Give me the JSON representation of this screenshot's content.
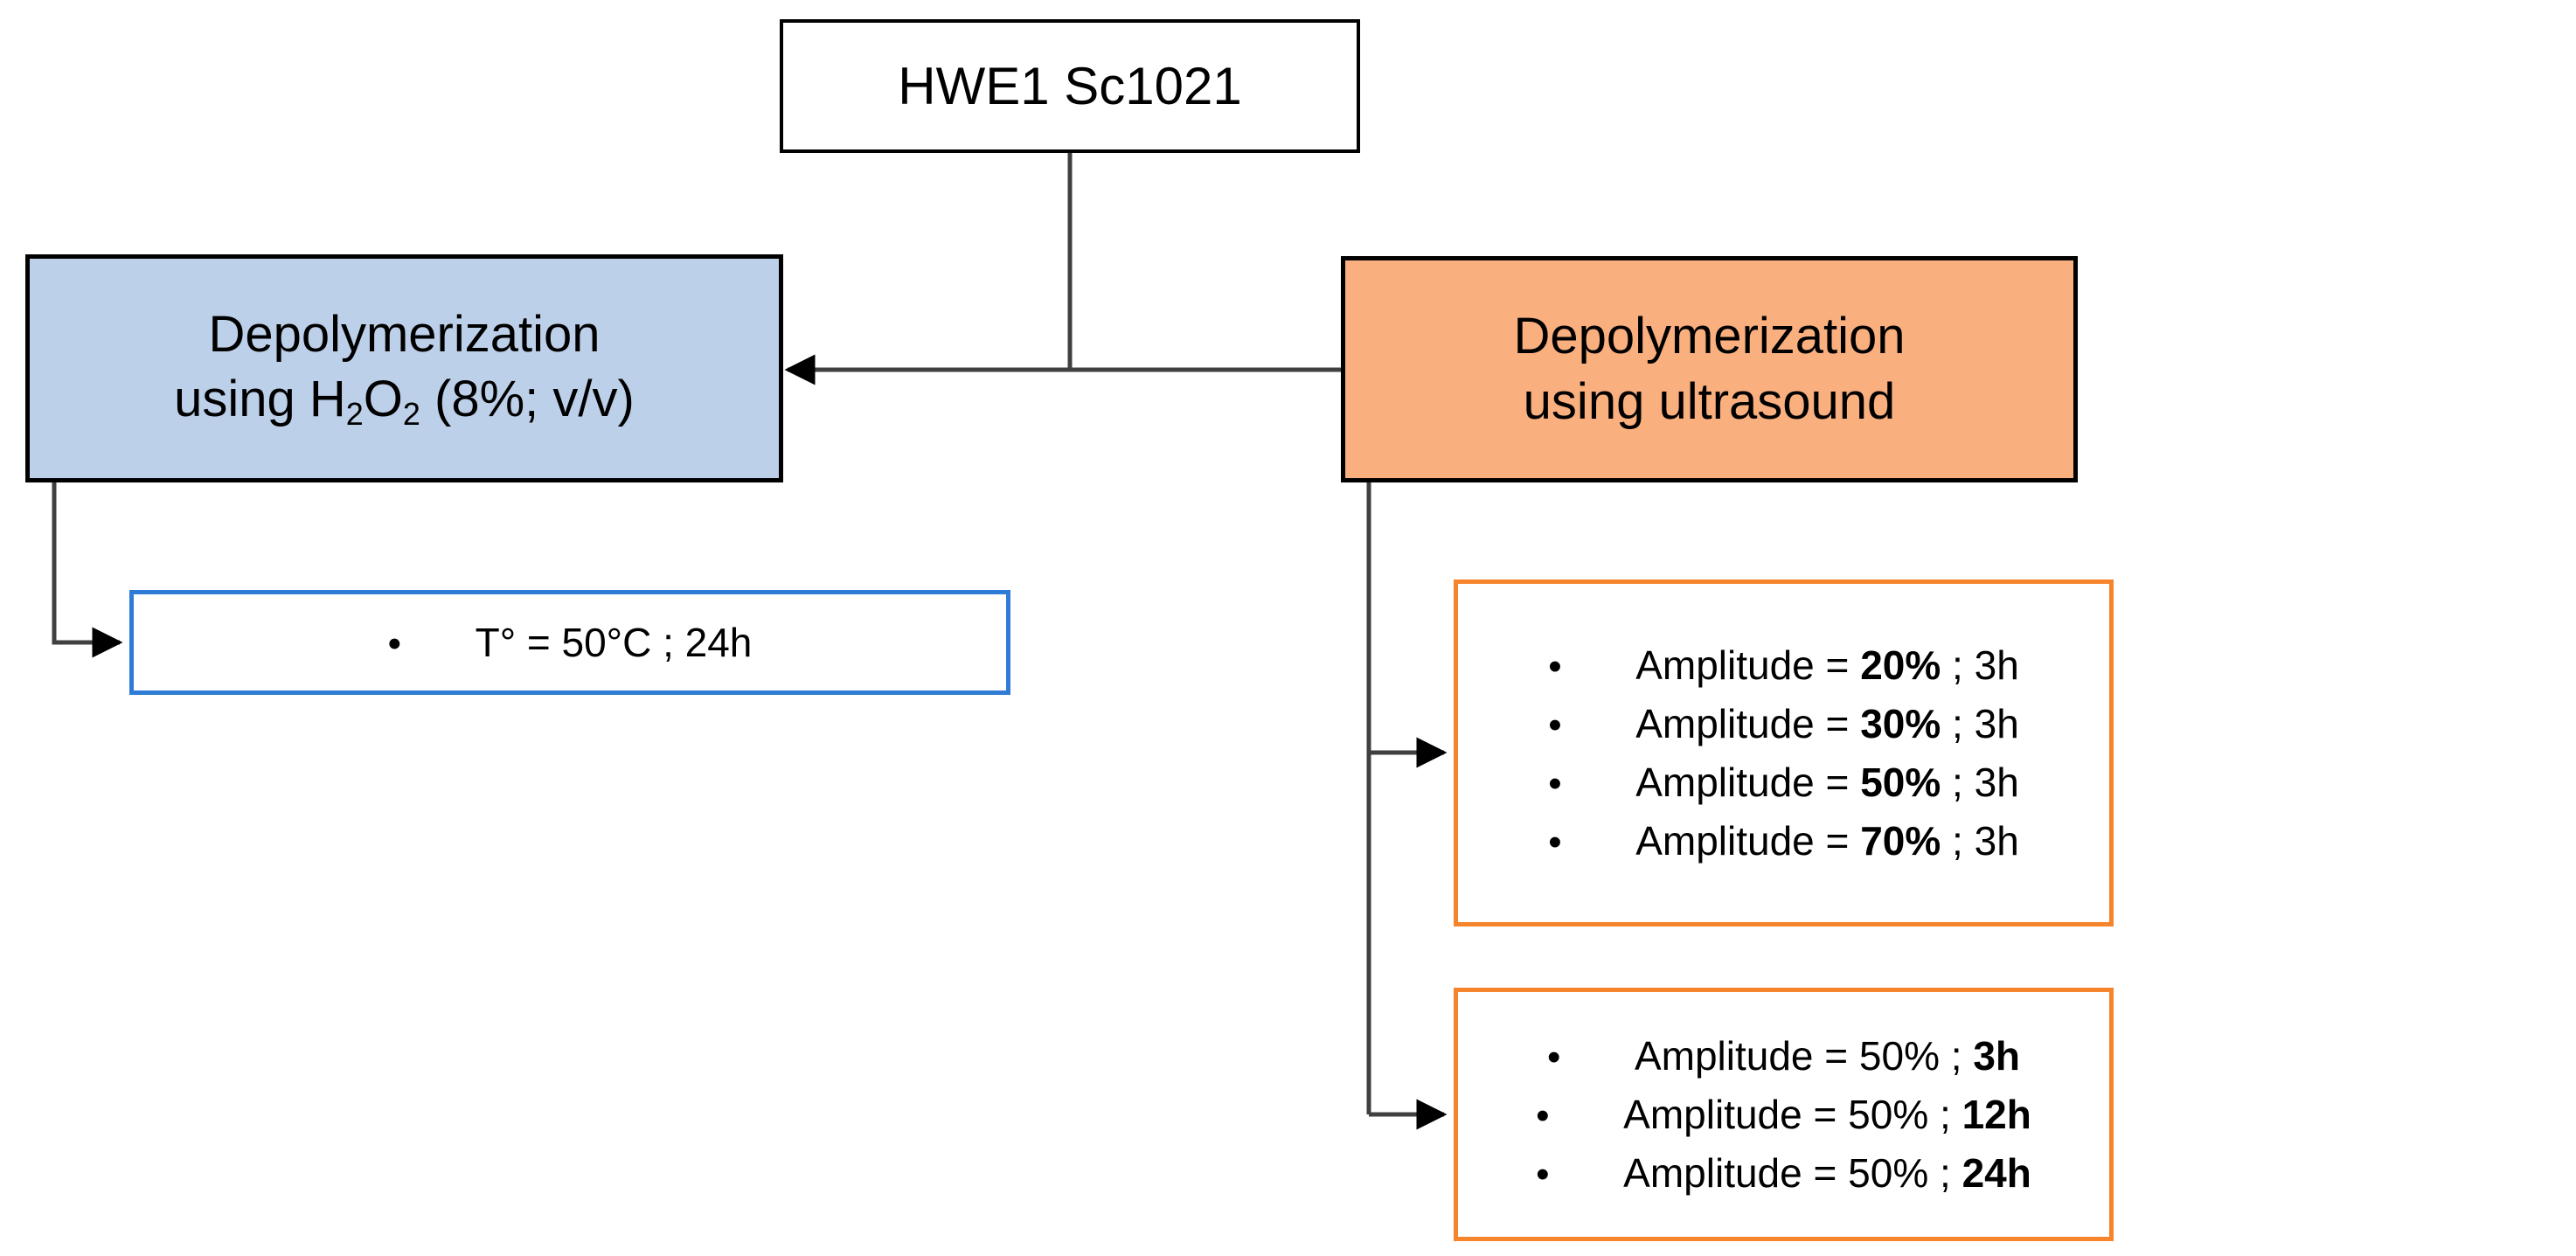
{
  "diagram": {
    "title_box": {
      "label": "HWE1 Sc1021"
    },
    "branches": {
      "left": {
        "label_line1": "Depolymerization",
        "label_line2_pre": "using H",
        "label_line2_sub1": "2",
        "label_line2_mid": "O",
        "label_line2_sub2": "2",
        "label_line2_post": " (8%; v/v)",
        "fill_color": "#BDD0E9",
        "accent_color": "#2E7CD6",
        "details": [
          {
            "bullet": "•",
            "text": "T° = 50°C ; 24h"
          }
        ]
      },
      "right": {
        "label_line1": "Depolymerization",
        "label_line2": "using ultrasound",
        "fill_color": "#FAAF7F",
        "accent_color": "#F5842C",
        "detail_group_1": [
          {
            "bullet": "•",
            "prefix": "Amplitude = ",
            "emphasis": "20%",
            "suffix": " ; 3h"
          },
          {
            "bullet": "•",
            "prefix": "Amplitude = ",
            "emphasis": "30%",
            "suffix": " ; 3h"
          },
          {
            "bullet": "•",
            "prefix": "Amplitude = ",
            "emphasis": "50%",
            "suffix": " ; 3h"
          },
          {
            "bullet": "•",
            "prefix": "Amplitude = ",
            "emphasis": "70%",
            "suffix": " ; 3h"
          }
        ],
        "detail_group_2": [
          {
            "bullet": "•",
            "prefix": "Amplitude = 50% ; ",
            "emphasis": "3h",
            "suffix": ""
          },
          {
            "bullet": "•",
            "prefix": "Amplitude = 50% ; ",
            "emphasis": "12h",
            "suffix": ""
          },
          {
            "bullet": "•",
            "prefix": "Amplitude = 50% ; ",
            "emphasis": "24h",
            "suffix": ""
          }
        ]
      }
    },
    "connector_color": "#404040"
  }
}
